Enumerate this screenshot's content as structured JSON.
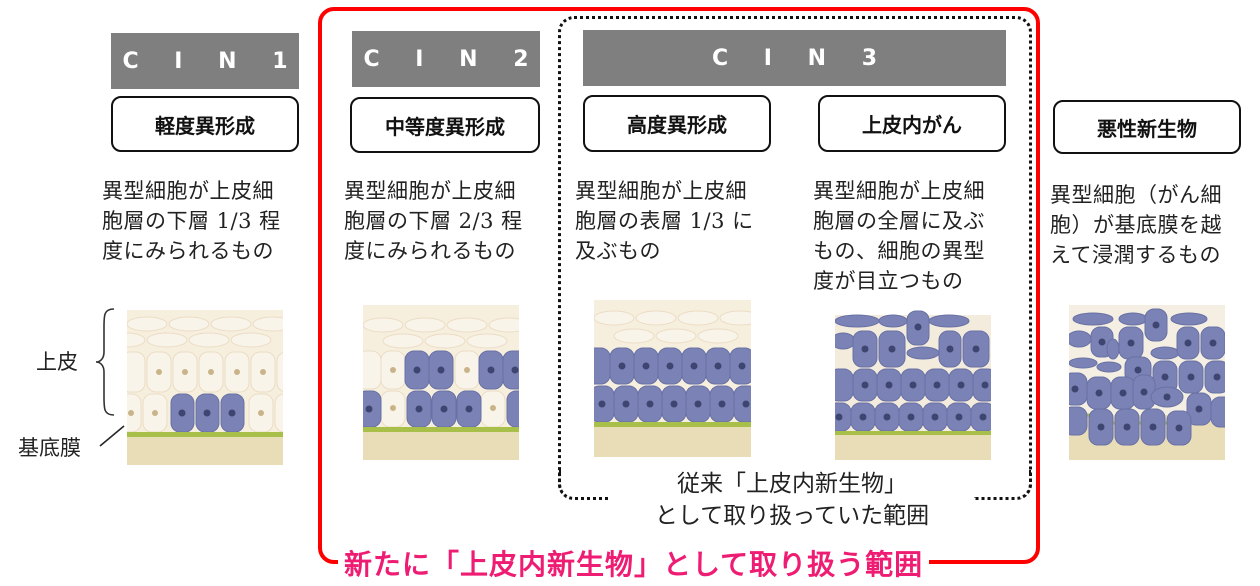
{
  "columns": [
    {
      "id": "cin1",
      "grade": "CIN1",
      "label": "軽度異形成",
      "description": "異型細胞が上皮細\n胞層の下層 1/3 程\n度にみられるもの",
      "illustration": "atypical-cells-lower-third"
    },
    {
      "id": "cin2",
      "grade": "CIN2",
      "label": "中等度異形成",
      "description": "異型細胞が上皮細\n胞層の下層 2/3 程\n度にみられるもの",
      "illustration": "atypical-cells-lower-two-thirds"
    },
    {
      "id": "cin3-severe",
      "grade": "CIN3",
      "label": "高度異形成",
      "description": "異型細胞が上皮細\n胞層の表層 1/3 に\n及ぶもの",
      "illustration": "atypical-cells-reaching-surface-third"
    },
    {
      "id": "cin3-cis",
      "grade": "CIN3",
      "label": "上皮内がん",
      "description": "異型細胞が上皮細\n胞層の全層に及ぶ\nもの、細胞の異型\n度が目立つもの",
      "illustration": "atypical-cells-full-thickness"
    },
    {
      "id": "malignant",
      "grade": "",
      "label": "悪性新生物",
      "description": "異型細胞（がん細\n胞）が基底膜を越\nえて浸潤するもの",
      "illustration": "invasive-cancer-cells"
    }
  ],
  "grade_bars": {
    "cin1": "C I N 1",
    "cin2": "C I N 2",
    "cin3": "C I N 3"
  },
  "side_labels": {
    "epithelium": "上皮",
    "basement_membrane": "基底膜"
  },
  "legacy_scope_label": "従来「上皮内新生物」\nとして取り扱っていた範囲",
  "new_scope_label": "新たに「上皮内新生物」として取り扱う範囲",
  "colors": {
    "grade_bar": "#7f7f7f",
    "new_scope_frame": "#ff0000",
    "new_scope_text": "#ee1c73",
    "normal_cell": "#f7f1e4",
    "atypical_cell": "#7b83b6",
    "basement_membrane": "#a8c04a",
    "stroma": "#e9ddb8"
  }
}
